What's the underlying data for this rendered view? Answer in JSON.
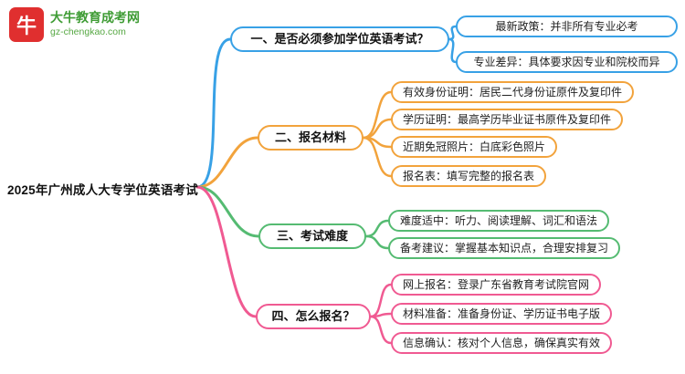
{
  "logo": {
    "icon_text": "牛",
    "brand": "大牛教育成考网",
    "site": "gz-chengkao.com",
    "colors": {
      "icon_red": "#e02f2f",
      "brand_green": "#3f9c35"
    }
  },
  "root": {
    "label": "2025年广州成人大专学位英语考试"
  },
  "branches": [
    {
      "label": "一、是否必须参加学位英语考试？",
      "color": "#38a1e6",
      "children": [
        "最新政策：并非所有专业必考",
        "专业差异：具体要求因专业和院校而异"
      ]
    },
    {
      "label": "二、报名材料",
      "color": "#f2a33c",
      "children": [
        "有效身份证明：居民二代身份证原件及复印件",
        "学历证明：最高学历毕业证书原件及复印件",
        "近期免冠照片：白底彩色照片",
        "报名表：填写完整的报名表"
      ]
    },
    {
      "label": "三、考试难度",
      "color": "#55bb72",
      "children": [
        "难度适中：听力、阅读理解、词汇和语法",
        "备考建议：掌握基本知识点，合理安排复习"
      ]
    },
    {
      "label": "四、怎么报名？",
      "color": "#f05a92",
      "children": [
        "网上报名：登录广东省教育考试院官网",
        "材料准备：准备身份证、学历证书电子版",
        "信息确认：核对个人信息，确保真实有效"
      ]
    }
  ]
}
